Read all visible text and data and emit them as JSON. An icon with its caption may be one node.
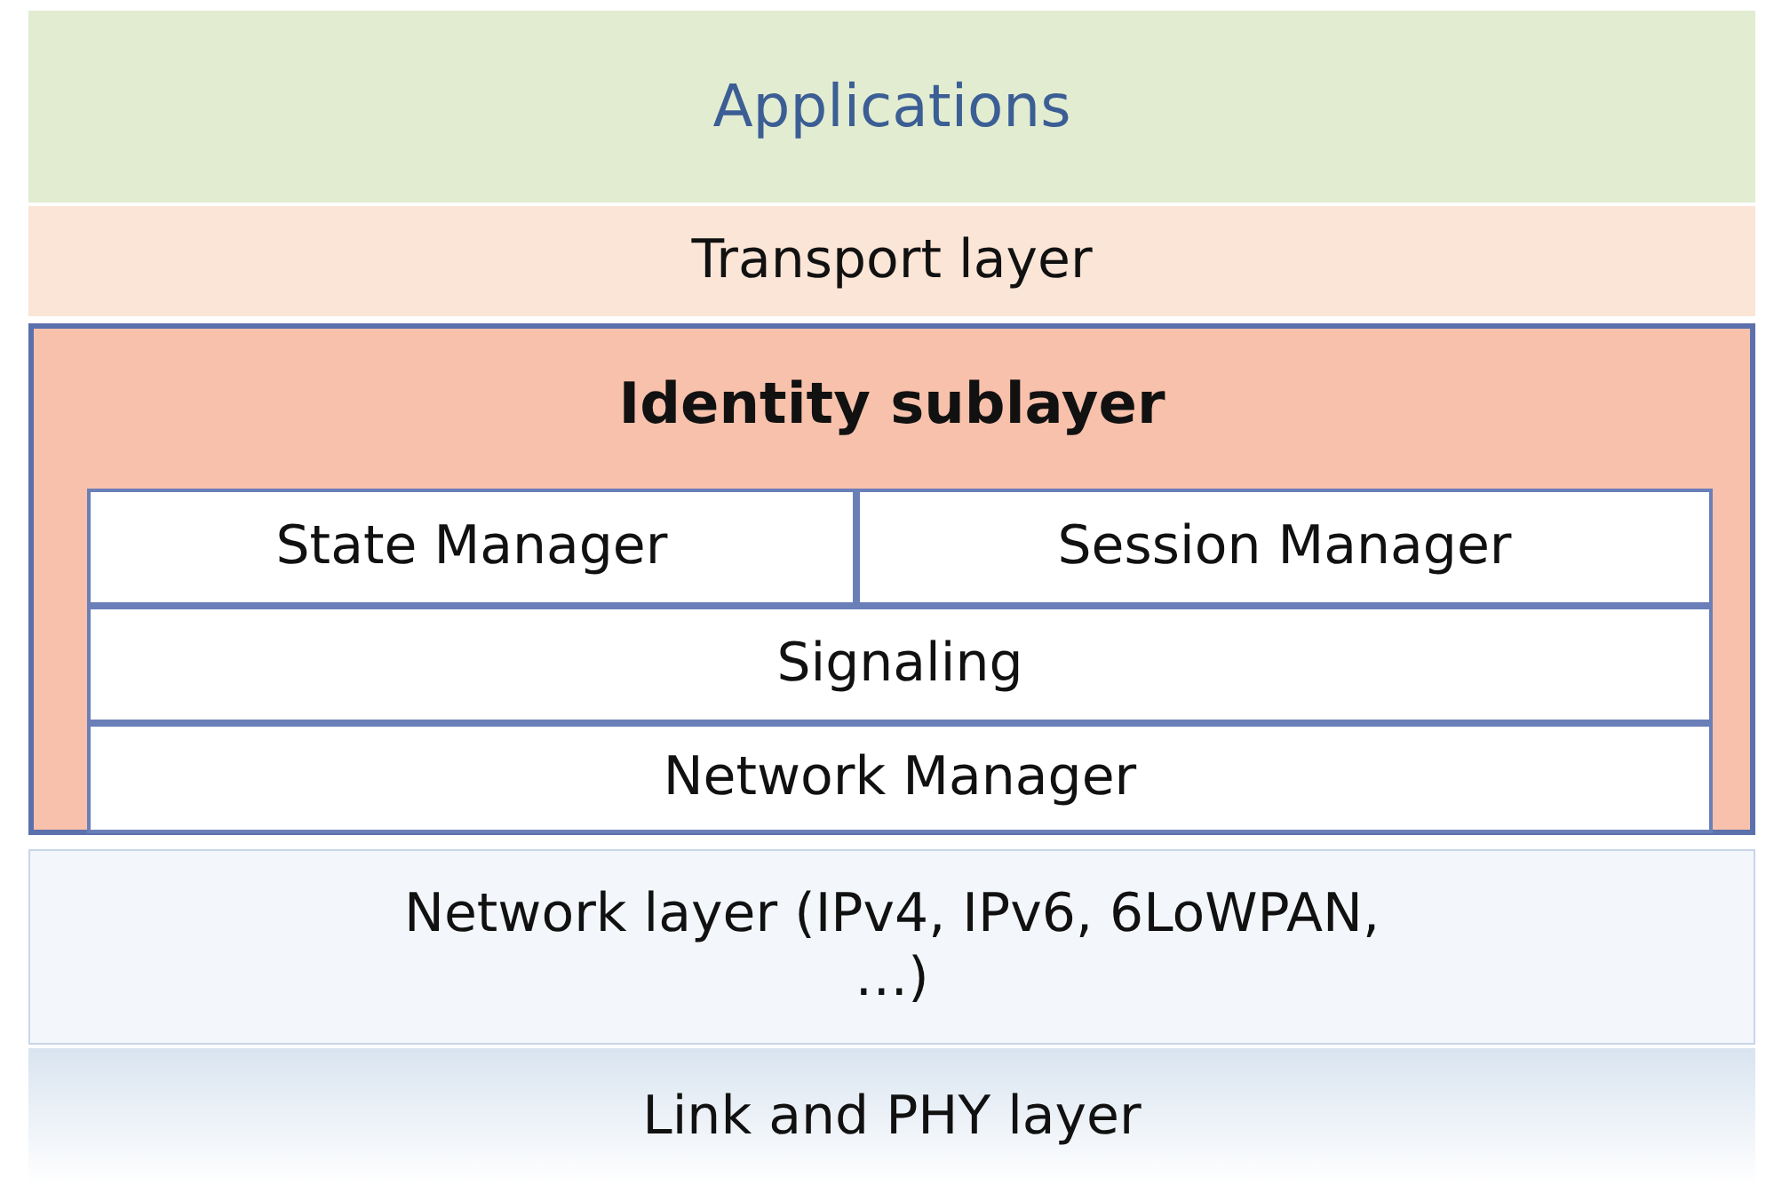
{
  "diagram": {
    "nodes": [
      {
        "text": [
          "Applications"
        ]
      },
      {
        "text": [
          "Transport layer"
        ]
      },
      {
        "text": [
          "Identity sublayer"
        ]
      },
      {
        "text": [
          "State Manager"
        ],
        "in": 2
      },
      {
        "text": [
          "Session Manager"
        ],
        "in": 2
      },
      {
        "text": [
          "Signaling"
        ],
        "in": 2
      },
      {
        "text": [
          "Network Manager"
        ],
        "in": 2
      },
      {
        "text": [
          "Network layer (IPv4, IPv6, 6LoWPAN, …)"
        ]
      },
      {
        "text": [
          "Link and PHY layer"
        ]
      }
    ]
  }
}
